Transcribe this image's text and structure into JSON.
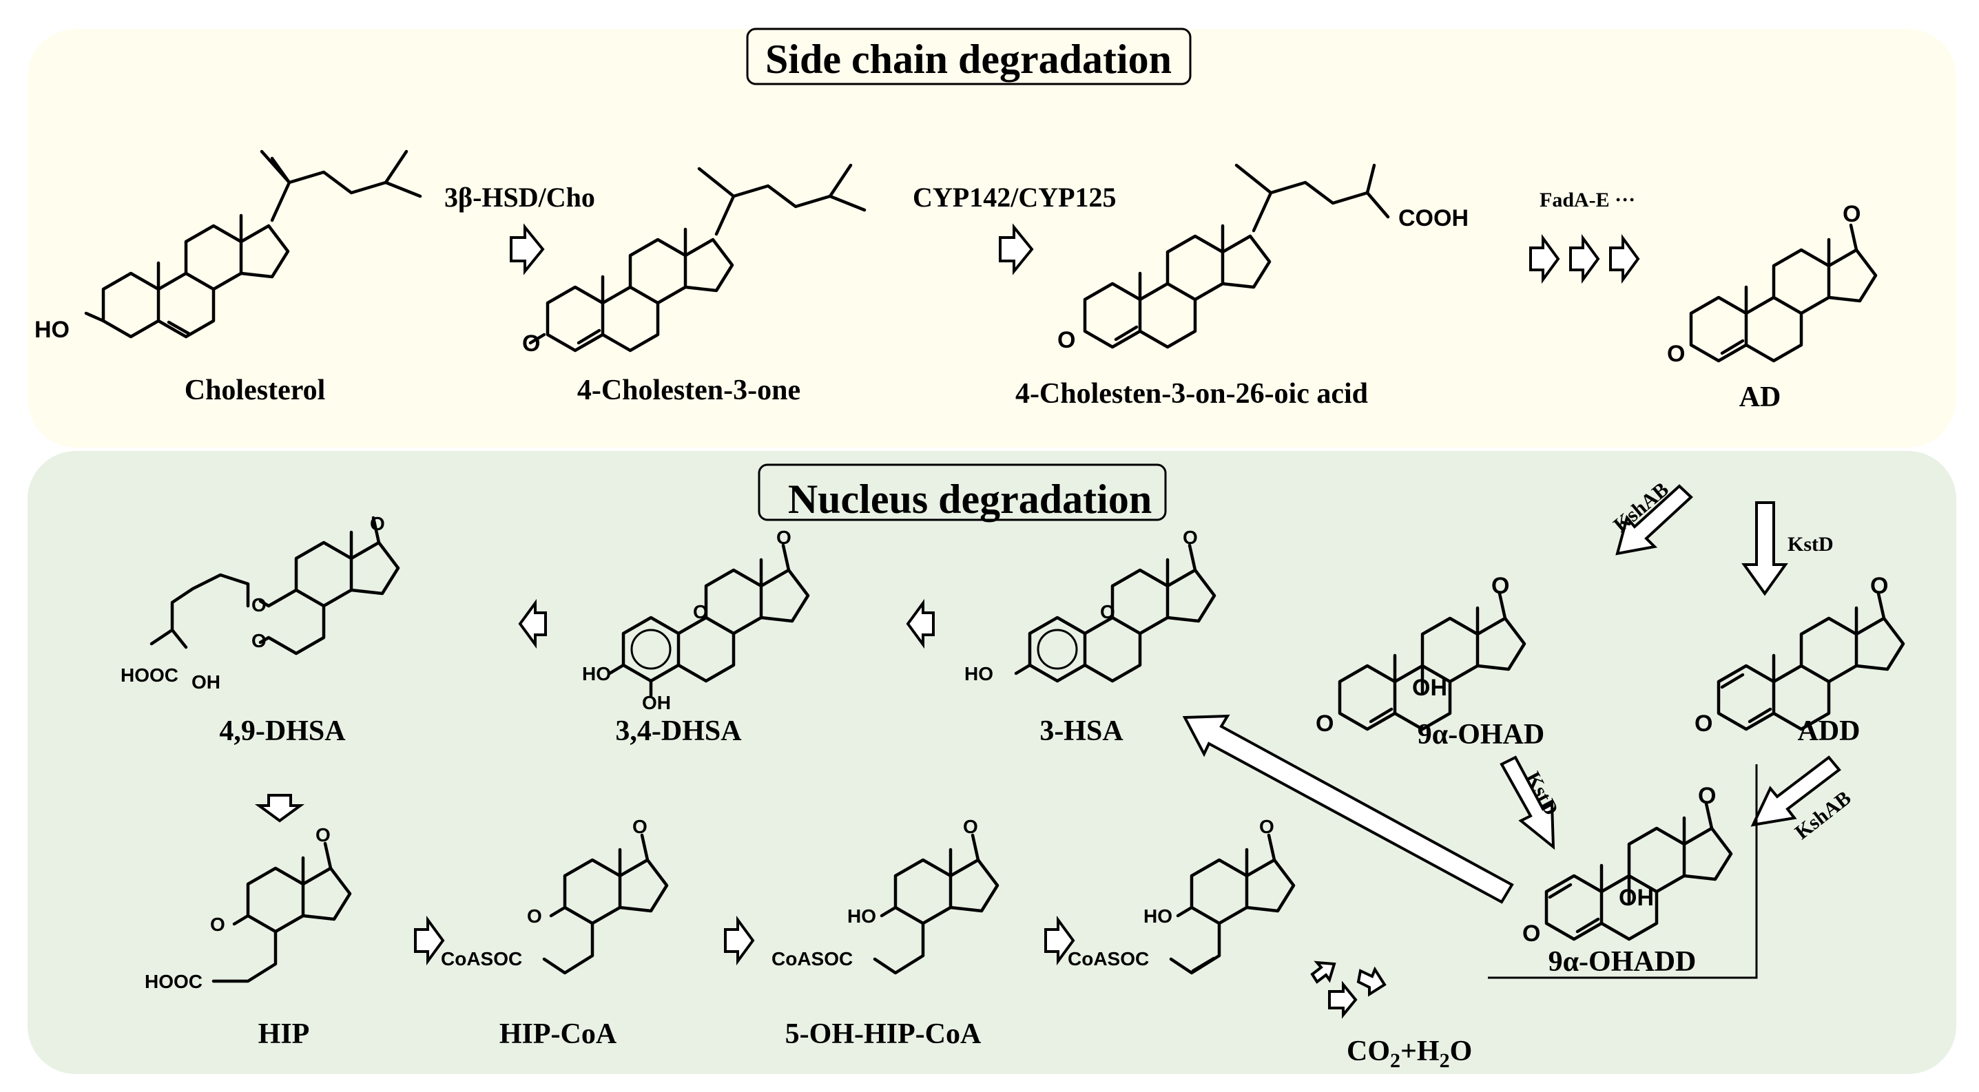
{
  "sections": {
    "side_chain_title": "Side chain degradation",
    "nucleus_title": "Nucleus degradation"
  },
  "colors": {
    "side_chain_bg": "#fffdee",
    "nucleus_bg": "#e8f1e4"
  },
  "compounds": {
    "cholesterol": "Cholesterol",
    "cholestenone": "4-Cholesten-3-one",
    "cholestenoic": "4-Cholesten-3-on-26-oic acid",
    "ad": "AD",
    "ohad": "9α-OHAD",
    "add": "ADD",
    "ohadd": "9α-OHADD",
    "hsa": "3-HSA",
    "dhsa34": "3,4-DHSA",
    "dhsa49": "4,9-DHSA",
    "hip": "HIP",
    "hipcoa": "HIP-CoA",
    "ohhipcoa": "5-OH-HIP-CoA",
    "co2": "CO",
    "co2_sub": "2",
    "co2_rest": "+H",
    "h2o_sub": "2",
    "h2o_o": "O"
  },
  "enzymes": {
    "hsd": "3β-HSD/Cho",
    "cyp": "CYP142/CYP125",
    "fad": "FadA-E ···",
    "kshab1": "KshAB",
    "kstd1": "KstD",
    "kstd2": "KstD",
    "kshab2": "KshAB"
  },
  "atoms": {
    "ho": "HO",
    "o": "O",
    "cooh": "COOH",
    "oh": "OH",
    "hooc": "HOOC",
    "coasoc": "CoASOC"
  }
}
